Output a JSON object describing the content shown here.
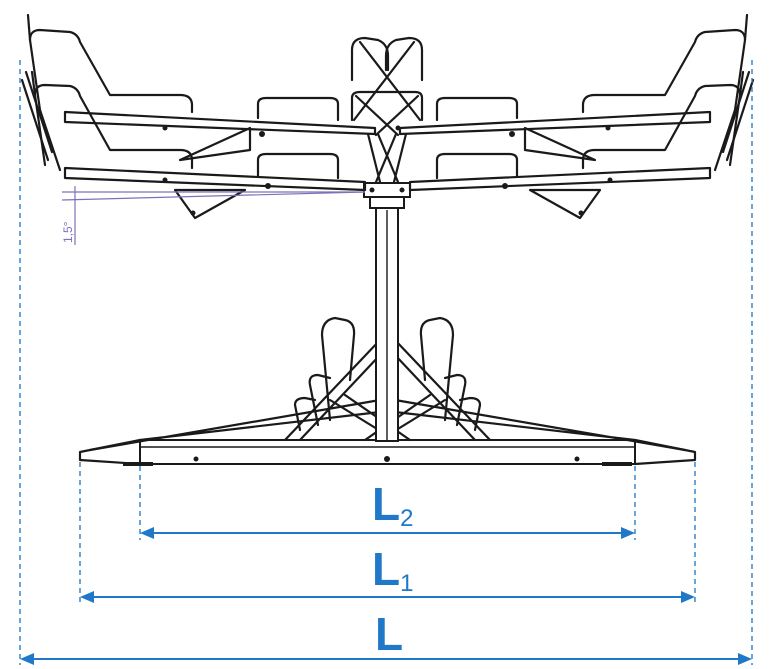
{
  "diagram": {
    "angle_label": "1,5°",
    "dimensions": [
      {
        "id": "L2",
        "letter": "L",
        "subscript": "2"
      },
      {
        "id": "L1",
        "letter": "L",
        "subscript": "1"
      },
      {
        "id": "L",
        "letter": "L",
        "subscript": ""
      }
    ]
  },
  "colors": {
    "line": "#1a1a1a",
    "dimension": "#1f78c8",
    "angle": "#7b73b8"
  }
}
